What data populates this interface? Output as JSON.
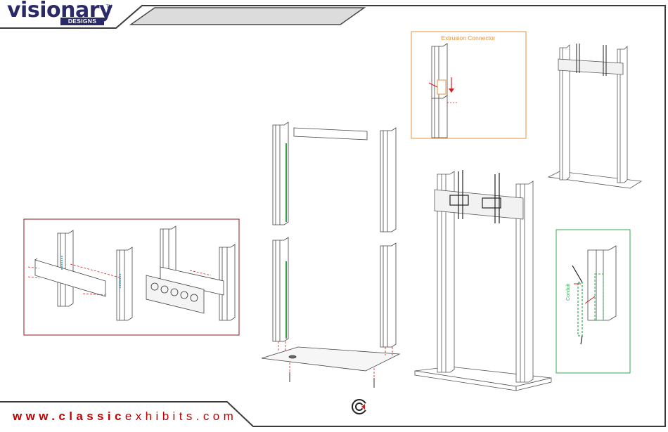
{
  "logo": {
    "wordmark": "visionary",
    "trademark": "TM",
    "subtitle": "DESIGNS"
  },
  "header": {
    "title_bar_text": ""
  },
  "callouts": {
    "extrusion_connector": "Extrusion Connector",
    "conduit": "Conduit"
  },
  "footer": {
    "website_prefix": "www.",
    "website_brand": "classic",
    "website_suffix": "exhibits.com"
  },
  "colors": {
    "brand_navy": "#2b2a68",
    "website_red": "#c00000",
    "bracket_box_border": "#8b1a1a",
    "connector_box_border": "#e8923c",
    "conduit_box_border": "#33a852",
    "accent_green": "#3aa14b",
    "accent_red": "#d01f1f"
  },
  "icons": {
    "brand_mark": "classic-exhibits-logo-icon"
  }
}
